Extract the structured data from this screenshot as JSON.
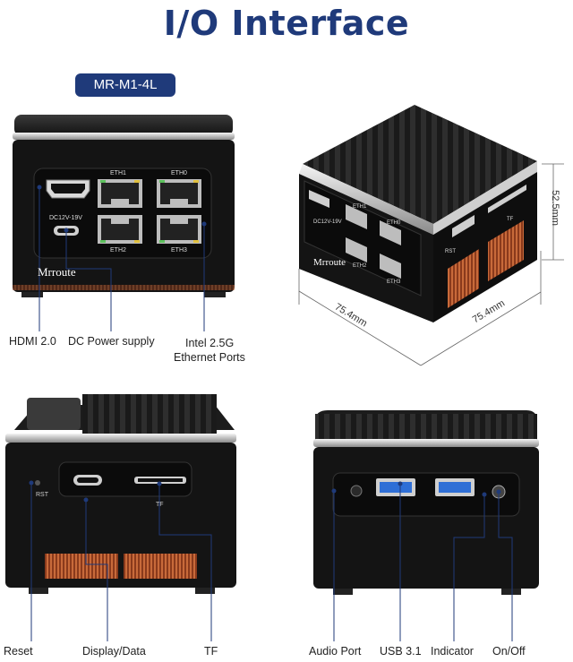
{
  "header": {
    "title": "I/O Interface",
    "model": "MR-M1-4L"
  },
  "front": {
    "brand": "Mrroute",
    "port_labels": {
      "eth1": "ETH1",
      "eth0": "ETH0",
      "eth2": "ETH2",
      "eth3": "ETH3",
      "dc": "DC12V-19V"
    },
    "callouts": {
      "hdmi": "HDMI 2.0",
      "dc": "DC Power supply",
      "eth_line1": "Intel 2.5G",
      "eth_line2": "Ethernet Ports"
    }
  },
  "iso": {
    "brand": "Mrroute",
    "port_labels": {
      "eth1": "ETH1",
      "eth0": "ETH0",
      "eth2": "ETH2",
      "eth3": "ETH3",
      "dc": "DC12V-19V",
      "rst": "RST",
      "tf": "TF"
    },
    "dimensions": {
      "width": "75.4mm",
      "depth": "75.4mm",
      "height": "52.5mm"
    }
  },
  "side": {
    "port_labels": {
      "rst": "RST",
      "tf": "TF"
    },
    "callouts": {
      "reset": "Reset",
      "display": "Display/Data",
      "tf": "TF"
    }
  },
  "rear": {
    "callouts": {
      "audio": "Audio Port",
      "usb": "USB 3.1",
      "indicator": "Indicator",
      "power": "On/Off"
    }
  },
  "colors": {
    "title": "#1f3a7a",
    "model_badge": "#1f3a7a",
    "case": "#151515",
    "usb_blue": "#2f6fd6",
    "vent": "#b0552e",
    "eth_green": "#5cc05c",
    "eth_yellow": "#e0c040"
  }
}
